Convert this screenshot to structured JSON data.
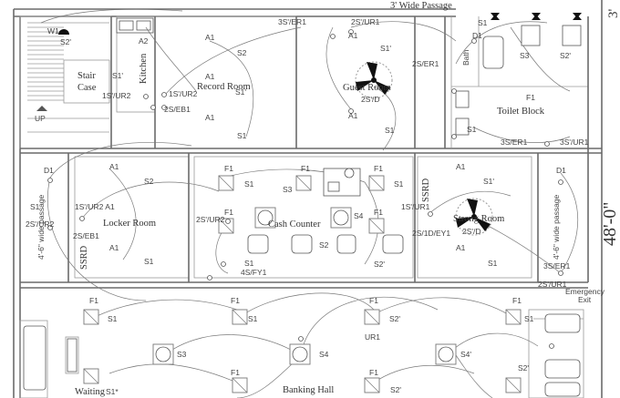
{
  "rooms": {
    "stair_case": "Stair\nCase",
    "kitchen": "Kitchen",
    "record_room": "Record Room",
    "guest_room": "Guest Room",
    "bath": "Bath",
    "toilet_block": "Toilet Block",
    "locker_room": "Locker Room",
    "ssrd_left": "SSRD",
    "cash_counter": "Cash Counter",
    "ssrd_right": "SSRD",
    "strong_room": "Strong Room",
    "banking_hall": "Banking Hall",
    "waiting": "Waiting"
  },
  "passages": {
    "top": "3' Wide Passage",
    "left": "4'-6\" wide passage",
    "right": "4'-6\" wide passage",
    "emergency_exit": "Emergency\nExit"
  },
  "dimensions": {
    "right": "48'-0\"",
    "top_right": "3'"
  },
  "labels": {
    "up": "UP",
    "w1": "W1",
    "s2": "S2",
    "a1": "A1",
    "a2": "A2",
    "f1": "F1",
    "d1": "D1",
    "s1": "S1",
    "s1p": "S1'",
    "s1s": "S1*",
    "s2p": "S2'",
    "s3": "S3",
    "s4": "S4",
    "s4p": "S4'",
    "s2p2": "S2'",
    "ur1": "UR1",
    "c_3s_er1": "3S'/ER1",
    "c_2s_ur1": "2S'/UR1",
    "c_2s_er1": "2S/ER1",
    "c_1s_ur2": "1S'/UR2",
    "c_1s_ur2b": "1S'/UR2",
    "c_2s_eb1": "2S/EB1",
    "c_2s_eb1b": "2S/EB1",
    "c_3s_er1b": "3S/ER1",
    "c_3s_ur1": "3S'/UR1",
    "c_2s_ur2": "2S'/UR2",
    "c_2s_ur2b": "2S'/UR2",
    "c_1s_ur1": "1S'/UR1",
    "c_2s_ey1": "2S/1D/EY1",
    "c_4s_fy1": "4S/FY1",
    "c_3s_er1c": "3S/ER1",
    "c_2s_ur1b": "2S'/UR1",
    "c_1s_a1": "1S'/UR2 A1",
    "c_2s_d": "2S'/D",
    "c_2s_d2": "2S'/D",
    "c_2s_d3": "2S'/D",
    "s2_top": "S2"
  },
  "colors": {
    "wall": "#6a6a6a",
    "wire": "#7a7a7a",
    "fan": "#111111"
  }
}
